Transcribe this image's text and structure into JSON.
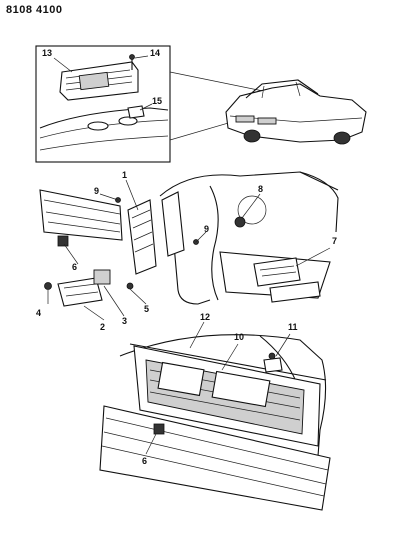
{
  "doc_code": "8108 4100",
  "callouts": {
    "c1": "1",
    "c2": "2",
    "c3": "3",
    "c4": "4",
    "c5": "5",
    "c6a": "6",
    "c6b": "6",
    "c7": "7",
    "c8": "8",
    "c9a": "9",
    "c9b": "9",
    "c10": "10",
    "c11": "11",
    "c12": "12",
    "c13": "13",
    "c14": "14",
    "c15": "15"
  }
}
